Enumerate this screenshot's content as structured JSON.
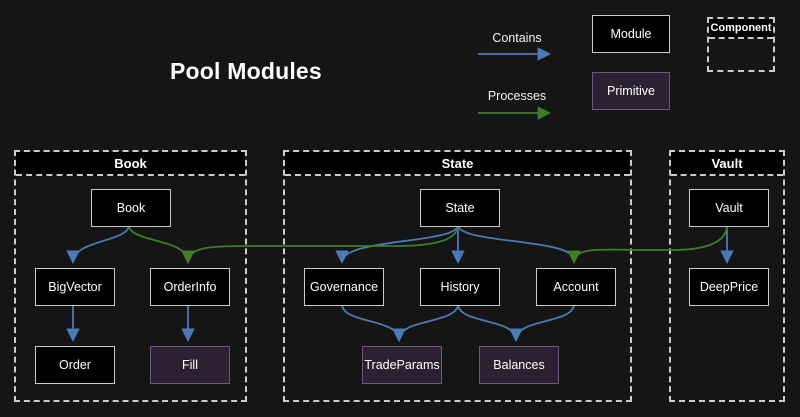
{
  "title": "Pool Modules",
  "legend": {
    "contains_label": "Contains",
    "processes_label": "Processes",
    "module_label": "Module",
    "primitive_label": "Primitive",
    "component_label": "Component"
  },
  "colors": {
    "background": "#151515",
    "module_bg": "#000000",
    "module_border": "#cccccc",
    "primitive_bg": "#2b2132",
    "primitive_border": "#6e5981",
    "contains_arrow_blue": "#4e79b4",
    "processes_arrow_green": "#3f7d2c",
    "container_dashed_border": "#cccccc",
    "text": "#ffffff"
  },
  "containers": [
    {
      "label": "Book",
      "nodes": [
        {
          "label": "Book",
          "type": "module"
        },
        {
          "label": "BigVector",
          "type": "module"
        },
        {
          "label": "OrderInfo",
          "type": "module"
        },
        {
          "label": "Order",
          "type": "module"
        },
        {
          "label": "Fill",
          "type": "primitive"
        }
      ]
    },
    {
      "label": "State",
      "nodes": [
        {
          "label": "State",
          "type": "module"
        },
        {
          "label": "Governance",
          "type": "module"
        },
        {
          "label": "History",
          "type": "module"
        },
        {
          "label": "Account",
          "type": "module"
        },
        {
          "label": "TradeParams",
          "type": "primitive"
        },
        {
          "label": "Balances",
          "type": "primitive"
        }
      ]
    },
    {
      "label": "Vault",
      "nodes": [
        {
          "label": "Vault",
          "type": "module"
        },
        {
          "label": "DeepPrice",
          "type": "module"
        }
      ]
    }
  ],
  "edges": [
    {
      "from": "Book",
      "to": "BigVector",
      "type": "contains"
    },
    {
      "from": "Book",
      "to": "OrderInfo",
      "type": "processes"
    },
    {
      "from": "State",
      "to": "OrderInfo",
      "type": "processes"
    },
    {
      "from": "BigVector",
      "to": "Order",
      "type": "contains"
    },
    {
      "from": "OrderInfo",
      "to": "Fill",
      "type": "contains"
    },
    {
      "from": "State",
      "to": "Governance",
      "type": "contains"
    },
    {
      "from": "State",
      "to": "History",
      "type": "contains"
    },
    {
      "from": "State",
      "to": "Account",
      "type": "contains"
    },
    {
      "from": "Governance",
      "to": "TradeParams",
      "type": "contains"
    },
    {
      "from": "History",
      "to": "TradeParams",
      "type": "contains"
    },
    {
      "from": "History",
      "to": "Balances",
      "type": "contains"
    },
    {
      "from": "Account",
      "to": "Balances",
      "type": "contains"
    },
    {
      "from": "Vault",
      "to": "DeepPrice",
      "type": "contains"
    },
    {
      "from": "Vault",
      "to": "Account",
      "type": "processes"
    }
  ]
}
